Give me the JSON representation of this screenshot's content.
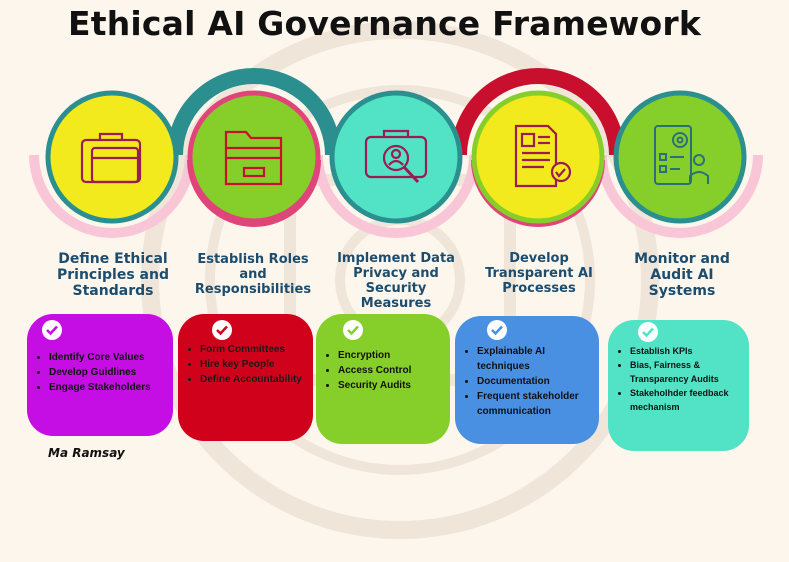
{
  "title": "Ethical AI Governance Framework",
  "author": "Ma Ramsay",
  "colors": {
    "background": "#fdf6ec",
    "teal_arc": "#2a8f8e",
    "crimson_arc": "#c8102e",
    "pink_ring": "#f9c6d8",
    "icon_stroke": "#9b1c52"
  },
  "stages": [
    {
      "title": "Define Ethical Principles and Standards",
      "icon": "briefcase-icon",
      "circle_color": "#f2ea1c",
      "card_color": "#c40ee3",
      "items": [
        "Identify Core Values",
        "Develop Guidlines",
        "Engage Stakeholders"
      ]
    },
    {
      "title": "Establish Roles and Responsibilities",
      "icon": "folder-icon",
      "circle_color": "#86cf2a",
      "card_color": "#d0021b",
      "items": [
        "Form Committees",
        "Hire key People",
        "Define Accountability"
      ]
    },
    {
      "title": "Implement Data Privacy and Security Measures",
      "icon": "search-case-icon",
      "circle_color": "#52e2c6",
      "card_color": "#86cf2a",
      "items": [
        "Encryption",
        "Access Control",
        "Security Audits"
      ]
    },
    {
      "title": "Develop Transparent AI Processes",
      "icon": "document-check-icon",
      "circle_color": "#f2ea1c",
      "card_color": "#4a90e2",
      "items": [
        "Explainable AI techniques",
        "Documentation",
        "Frequent  stakeholder communication"
      ]
    },
    {
      "title": "Monitor and Audit AI Systems",
      "icon": "monitor-gear-icon",
      "circle_color": "#86cf2a",
      "card_color": "#52e2c6",
      "items": [
        "Establish KPIs",
        "Bias, Fairness & Transparency Audits",
        "Stakeholhder feedback mechanism"
      ]
    }
  ]
}
